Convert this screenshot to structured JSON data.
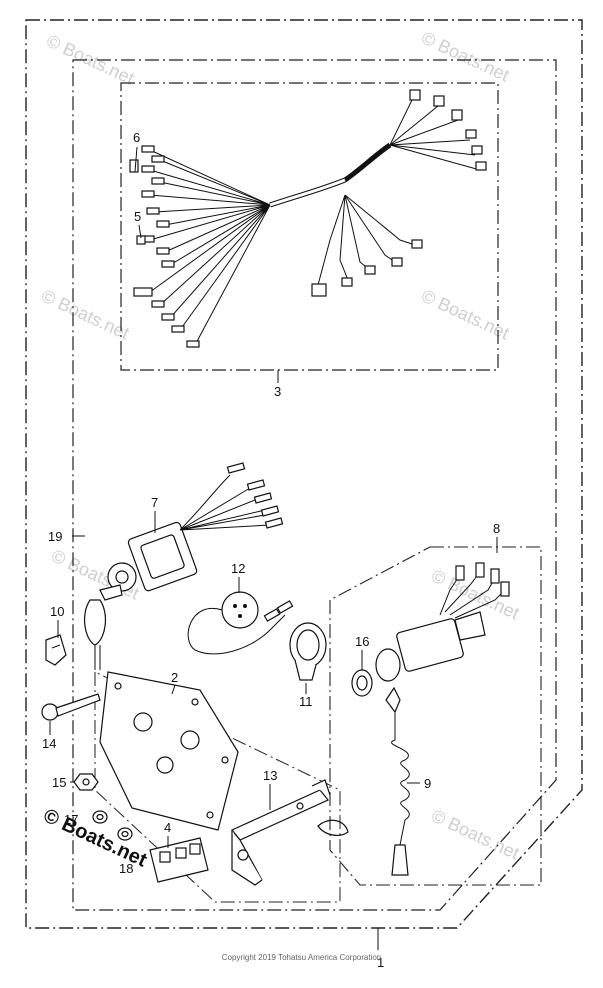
{
  "callouts": [
    "1",
    "2",
    "3",
    "4",
    "5",
    "6",
    "7",
    "8",
    "9",
    "10",
    "11",
    "12",
    "13",
    "14",
    "15",
    "16",
    "17",
    "18",
    "19"
  ],
  "watermark": "© Boats.net",
  "copyright": "Copyright 2019 Tohatsu America Corporation",
  "icons": {
    "harness": "wire-harness-icon",
    "ignition": "ignition-switch-icon",
    "stop_switch": "stop-switch-icon",
    "plate": "mounting-plate-icon",
    "connector": "connector-icon"
  }
}
